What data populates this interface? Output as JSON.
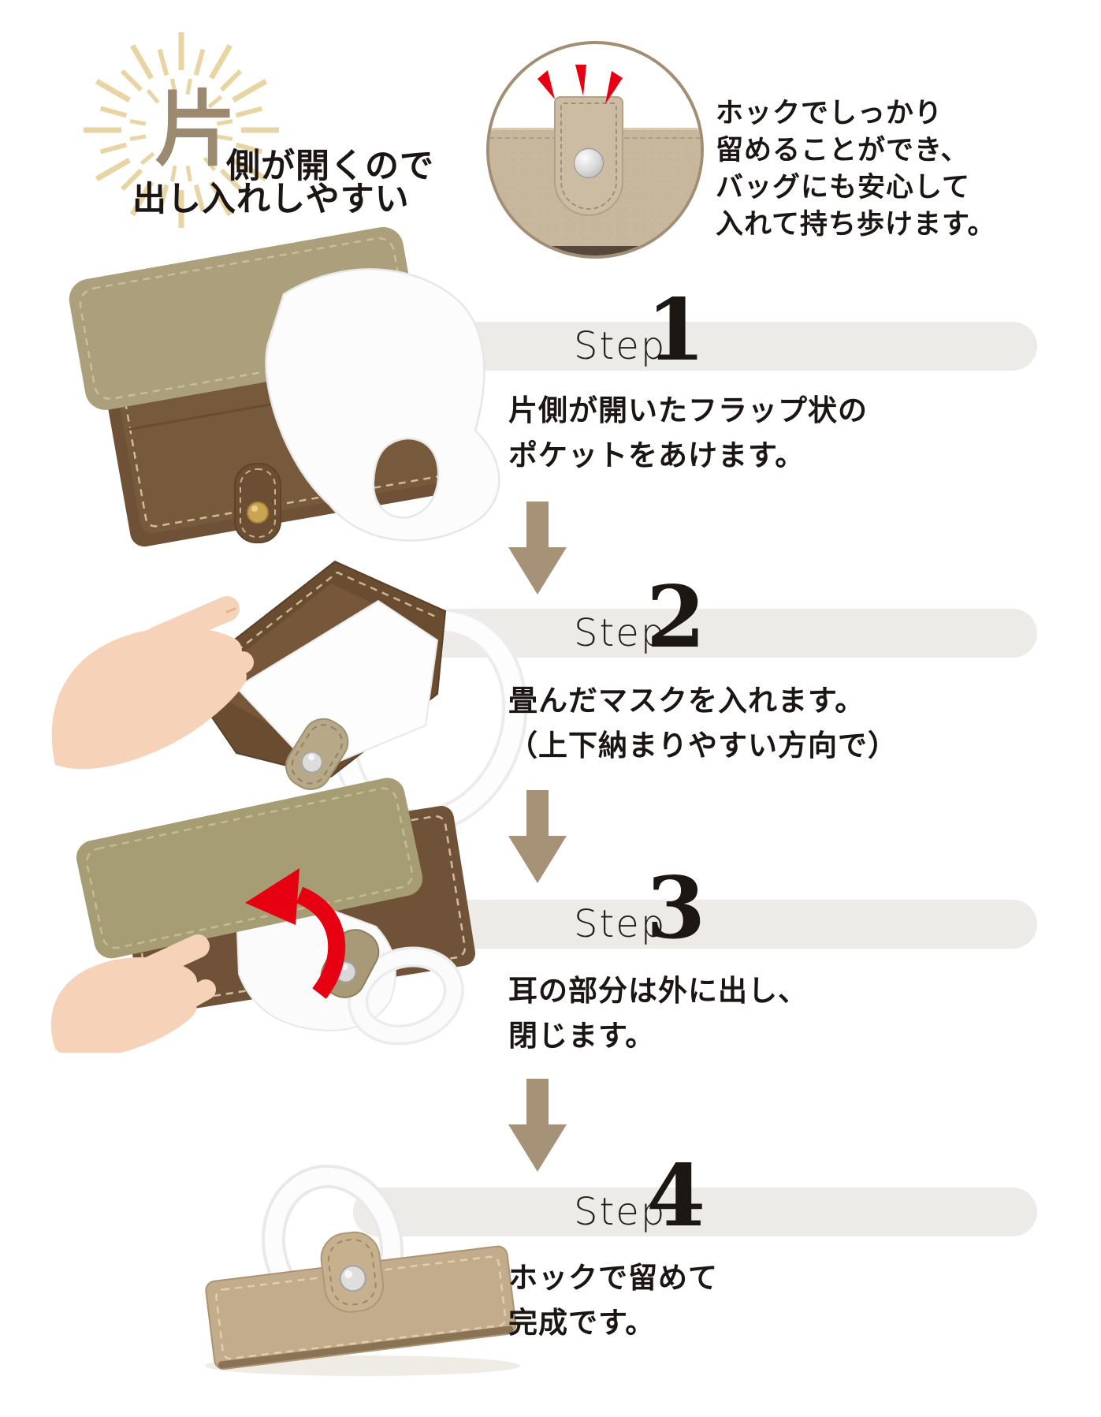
{
  "headline": {
    "accent_char": "片",
    "line1_tail": "側が開くので",
    "line2": "出し入れしやすい"
  },
  "hero": {
    "caption_lines": [
      "ホックでしっかり",
      "留めることができ、",
      "バッグにも安心して",
      "入れて持ち歩けます。"
    ]
  },
  "steps": [
    {
      "label": "Step",
      "number": "1",
      "desc": [
        "片側が開いたフラップ状の",
        "ポケットをあけます。"
      ]
    },
    {
      "label": "Step",
      "number": "2",
      "desc": [
        "畳んだマスクを入れます。",
        "（上下納まりやすい方向で）"
      ]
    },
    {
      "label": "Step",
      "number": "3",
      "desc": [
        "耳の部分は外に出し、",
        "閉じます。"
      ]
    },
    {
      "label": "Step",
      "number": "4",
      "desc": [
        "ホックで留めて",
        "完成です。"
      ]
    }
  ],
  "colors": {
    "accent_red": "#e60012",
    "banner_gray": "#edebe8",
    "arrow_tan": "#a69276",
    "burst_gold": "#e9d5a3",
    "headline_accent": "#9b8a70",
    "leather_taupe": "#c6b79d",
    "leather_brown": "#6e5137",
    "text_dark": "#1b1613"
  }
}
